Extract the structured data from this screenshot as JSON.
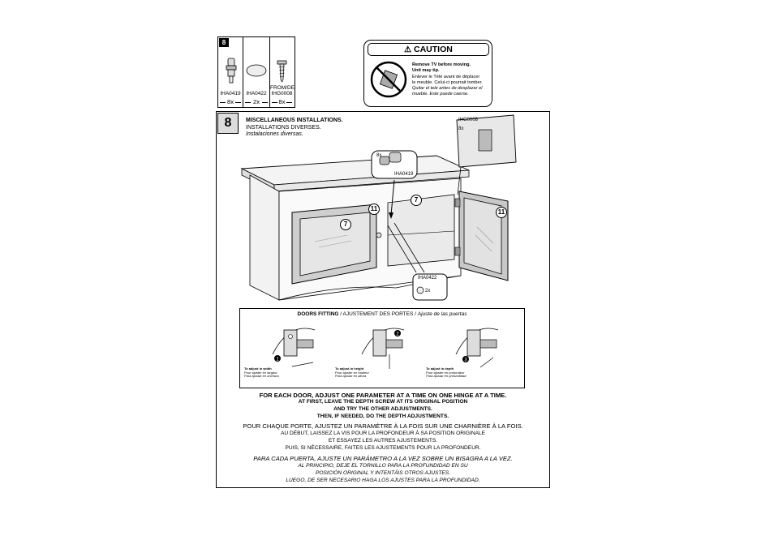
{
  "parts": {
    "step": "8",
    "items": [
      {
        "code": "IHA0419",
        "qty": "8x"
      },
      {
        "code": "IHA0422",
        "qty": "2x"
      },
      {
        "code_line1": "FROM/DE",
        "code": "IHG0008",
        "qty": "8x"
      }
    ]
  },
  "caution": {
    "title": "CAUTION",
    "lines": [
      "Remove TV before moving.",
      "Unit may tip.",
      "Enlever le Télé avant de déplacer",
      "le meuble. Celui-ci pourrait tomber.",
      "Quitar el tele antes de desplazar el",
      "mueble. Este puede caerse."
    ]
  },
  "step": {
    "number": "8",
    "title_en": "MISCELLANEOUS INSTALLATIONS.",
    "title_fr": "INSTALLATIONS DIVERSES.",
    "title_es": "Instalaciones diversas."
  },
  "illustration": {
    "hinge_code": "IHG0008",
    "hinge_qty": "8x",
    "knob_qty": "8x",
    "knob_code": "IHA0419",
    "bumper_code": "IHA0422",
    "bumper_qty": "2x",
    "callout_7a": "7",
    "callout_7b": "7",
    "callout_11a": "11",
    "callout_11b": "11"
  },
  "doors_fitting": {
    "title_en": "DOORS FITTING",
    "title_fr": "AJUSTEMENT DES PORTES",
    "title_es": "Ajuste de las puertas",
    "sep": " / ",
    "adjustments": [
      {
        "num": "1",
        "en": "To adjust in width",
        "fr": "Pour ajuster en largeur",
        "es": "Para ajustar en anchura"
      },
      {
        "num": "2",
        "en": "To adjust in height",
        "fr": "Pour ajuster en hauteur",
        "es": "Para ajustar en altura"
      },
      {
        "num": "3",
        "en": "To adjust in depth",
        "fr": "Pour ajuster en profondeur",
        "es": "Para ajustar en profundidad"
      }
    ]
  },
  "instructions": {
    "en": [
      "FOR EACH DOOR, ADJUST ONE PARAMETER AT A TIME ON ONE HINGE AT A TIME.",
      "AT FIRST, LEAVE THE DEPTH SCREW AT ITS ORIGINAL POSITION",
      "AND TRY THE OTHER ADJUSTMENTS.",
      "THEN, IF NEEDED, DO THE DEPTH ADJUSTMENTS."
    ],
    "fr": [
      "POUR CHAQUE PORTE, AJUSTEZ UN PARAMÈTRE À LA FOIS SUR UNE CHARNIÈRE À LA FOIS.",
      "AU DÉBUT, LAISSEZ LA VIS POUR LA PROFONDEUR À SA POSITION ORIGINALE",
      "ET ESSAYEZ LES AUTRES AJUSTEMENTS.",
      "PUIS, SI NÉCESSAIRE, FAITES LES AJUSTEMENTS POUR LA PROFONDEUR."
    ],
    "es": [
      "PARA CADA PUERTA, AJUSTE UN PARÁMETRO A LA VEZ SOBRE UN BISAGRA A LA VEZ.",
      "AL PRINCIPIO, DEJE EL TORNILLO PARA LA PROFUNDIDAD EN SU",
      "POSICIÓN ORIGINAL Y INTENTÁIS OTROS AJUSTES.",
      "LUEGO, DE SER NECESARIO HAGA LOS AJUSTES PARA LA PROFUNDIDAD."
    ]
  }
}
